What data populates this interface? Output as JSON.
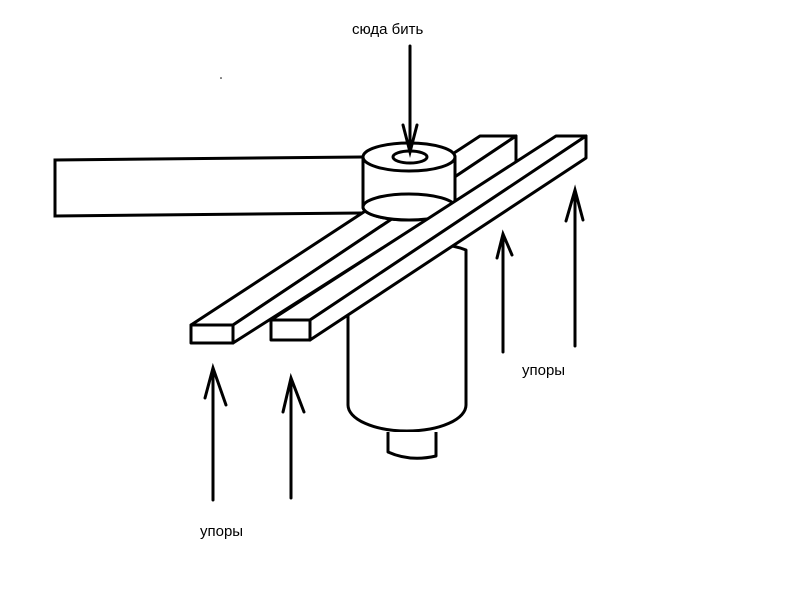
{
  "labels": {
    "hit_here": "сюда бить",
    "stops_right": "упоры",
    "stops_left": "упоры"
  },
  "colors": {
    "stroke": "#000000",
    "background": "#ffffff"
  }
}
